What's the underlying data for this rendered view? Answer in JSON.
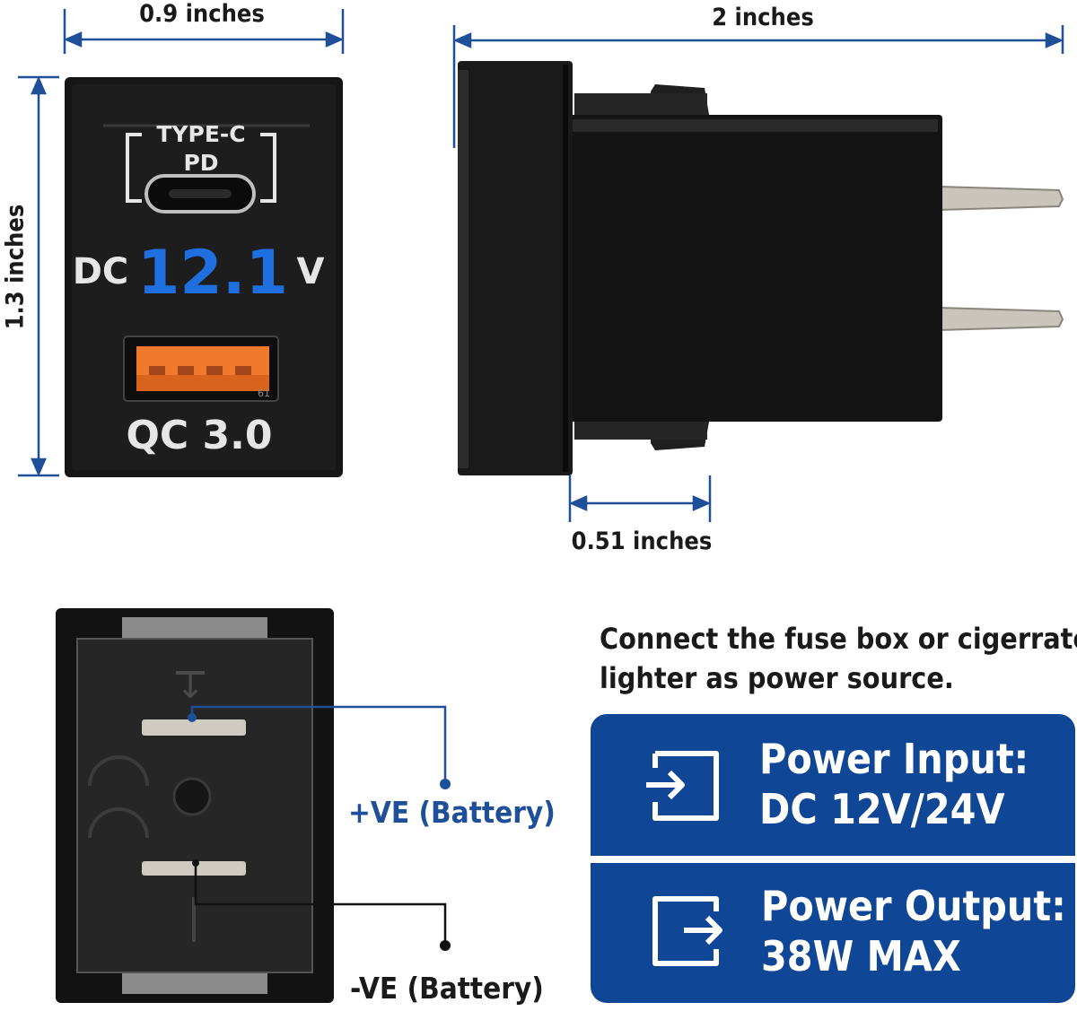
{
  "dimensions": {
    "width_label": "0.9 inches",
    "height_label": "1.3 inches",
    "length_label": "2 inches",
    "depth_label": "0.51 inches"
  },
  "front_panel": {
    "type_c_label": "TYPE-C",
    "pd_label": "PD",
    "dc_label": "DC",
    "voltage_display": "12.1",
    "voltage_unit": "V",
    "qc_label": "QC 3.0",
    "usb_marking": "61",
    "display_color": "#1f6fe0",
    "usb_port_color": "#f07a2c"
  },
  "wiring": {
    "positive_label": "+VE (Battery)",
    "negative_label": "-VE (Battery)",
    "positive_color": "#1e4f98"
  },
  "note": {
    "line1": "Connect the fuse box or cigerrate",
    "line2": "lighter as power source."
  },
  "specs": {
    "input": {
      "icon": "login-arrow-icon",
      "title": "Power Input:",
      "value": "DC 12V/24V"
    },
    "output": {
      "icon": "logout-arrow-icon",
      "title": "Power Output:",
      "value": "38W MAX"
    },
    "accent_color": "#0f4696"
  }
}
